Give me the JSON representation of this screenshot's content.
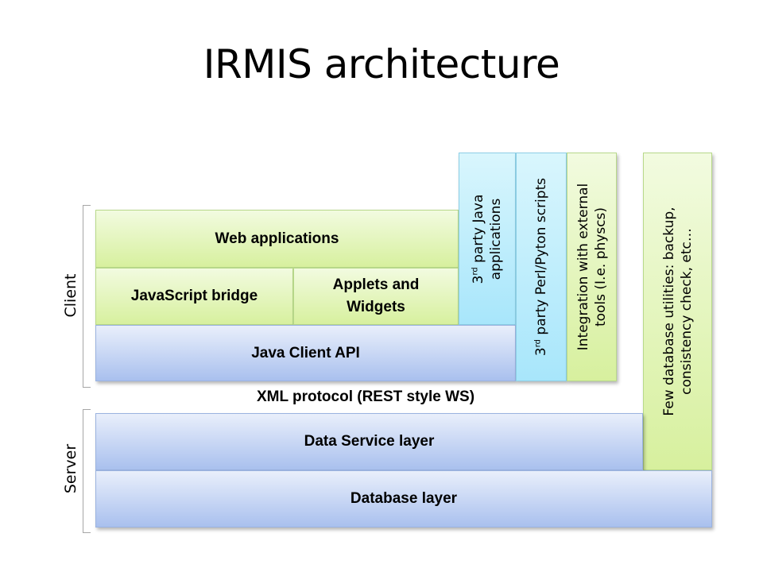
{
  "title": "IRMIS architecture",
  "labels": {
    "client": "Client",
    "server": "Server",
    "protocol": "XML protocol (REST style WS)"
  },
  "boxes": {
    "web_applications": "Web applications",
    "javascript_bridge": "JavaScript bridge",
    "applets_line1": "Applets and",
    "applets_line2": "Widgets",
    "java_client_api": "Java Client API",
    "data_service_layer": "Data Service layer",
    "database_layer": "Database layer",
    "third_party_java_sup": "rd",
    "third_party_java_line1": "3 party Java",
    "third_party_java_line1_prefix": "3",
    "third_party_java_line1_rest": " party Java",
    "third_party_java_line2": "applications",
    "third_party_scripts_prefix": "3",
    "third_party_scripts_sup": "rd",
    "third_party_scripts_rest": " party Perl/Pyton scripts",
    "integration_line1": "Integration with external",
    "integration_line2": "tools (I.e. physcs)",
    "utilities_line1": "Few database utilities: backup,",
    "utilities_line2": "consistency check, etc…"
  },
  "colors": {
    "green": "#d7f09e",
    "blue": "#a9c0ee",
    "cyan": "#a8e6fb"
  }
}
